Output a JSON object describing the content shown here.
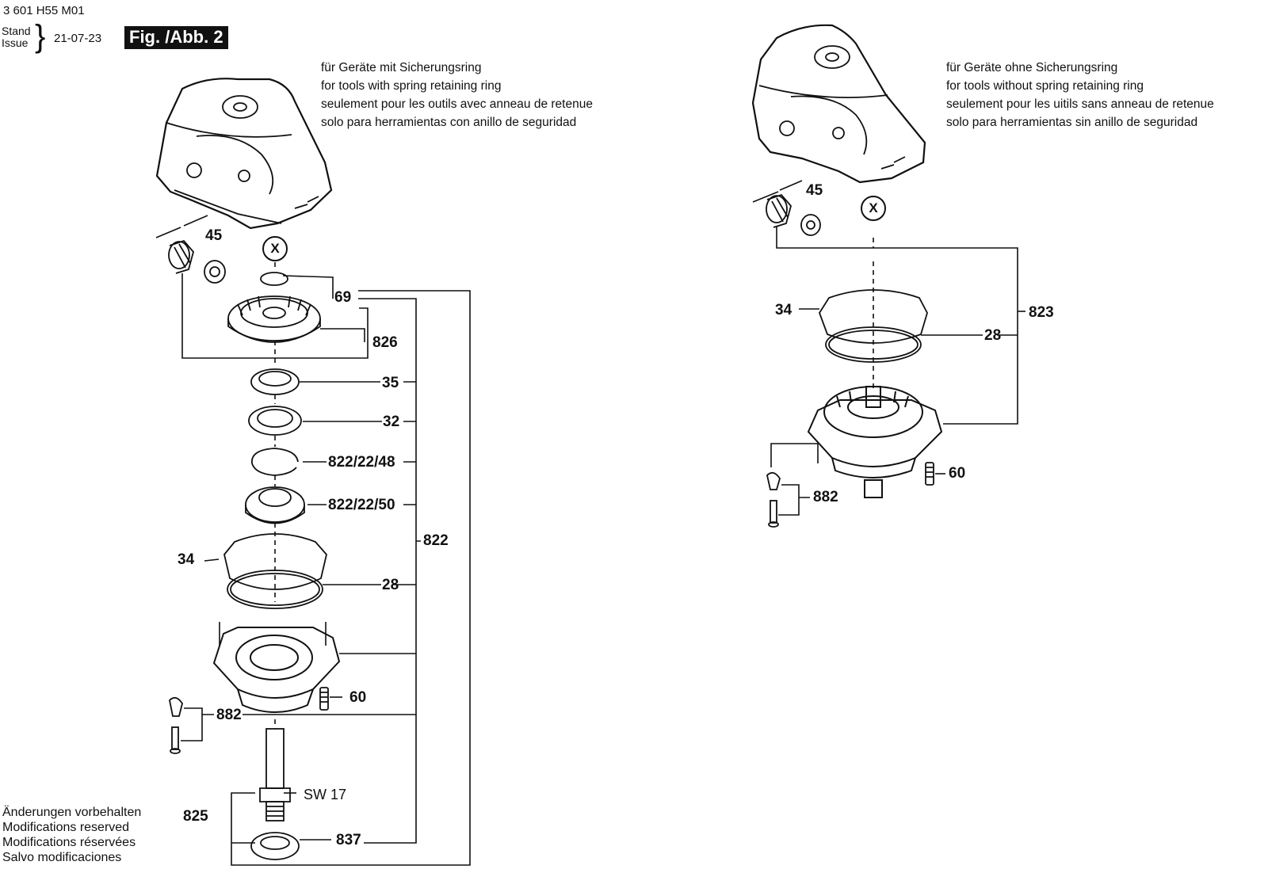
{
  "header": {
    "doc_id": "3 601 H55 M01",
    "stand": "Stand",
    "issue": "Issue",
    "date": "21-07-23",
    "fig_label": "Fig. /Abb. 2"
  },
  "notes": {
    "left": [
      "für Geräte mit Sicherungsring",
      "for tools with spring retaining ring",
      "seulement pour les outils avec anneau de retenue",
      "solo para herramientas con anillo de seguridad"
    ],
    "right": [
      "für Geräte ohne Sicherungsring",
      "for tools without spring retaining ring",
      "seulement pour les uitils sans anneau de retenue",
      "solo para herramientas sin anillo de seguridad"
    ]
  },
  "footer": [
    "Änderungen vorbehalten",
    "Modifications reserved",
    "Modifications réservées",
    "Salvo modificaciones"
  ],
  "left_assembly": {
    "x_marker": "X",
    "labels": {
      "p45": "45",
      "p69": "69",
      "p826": "826",
      "p35": "35",
      "p32": "32",
      "p822_22_48": "822/22/48",
      "p822_22_50": "822/22/50",
      "p822": "822",
      "p34": "34",
      "p28": "28",
      "p60": "60",
      "p882": "882",
      "sw17": "SW 17",
      "p825": "825",
      "p837": "837"
    }
  },
  "right_assembly": {
    "x_marker": "X",
    "labels": {
      "p45": "45",
      "p34": "34",
      "p823": "823",
      "p28": "28",
      "p60": "60",
      "p882": "882"
    }
  }
}
